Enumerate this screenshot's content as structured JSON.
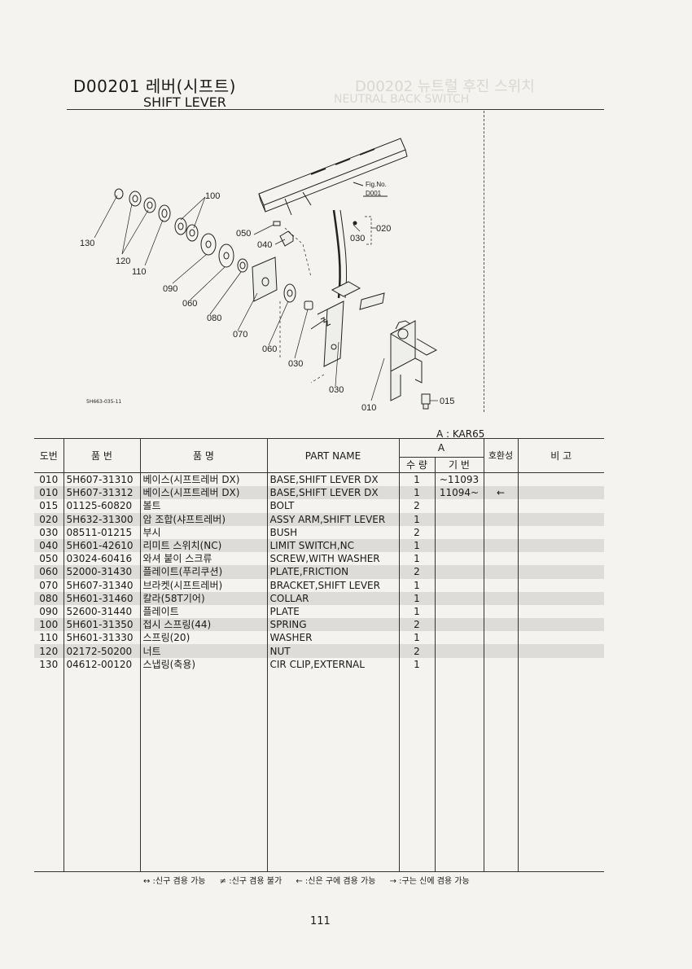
{
  "header": {
    "code_title": "D00201 레버(시프트)",
    "english_title": "SHIFT LEVER"
  },
  "ghost": {
    "code_title": "D00202 뉴트럴 후진 스위치",
    "english_title": "NEUTRAL BACK SWITCH"
  },
  "figure": {
    "ref_label": "Fig.No.",
    "ref_code": "D001",
    "figure_code": "5H663-035-11",
    "callouts": [
      "100",
      "130",
      "120",
      "110",
      "090",
      "060",
      "080",
      "070",
      "060",
      "030",
      "050",
      "040",
      "030",
      "020",
      "030",
      "010",
      "015"
    ]
  },
  "variant_label": "A : KAR65",
  "table": {
    "headers": {
      "no": "도번",
      "part_no": "품 번",
      "part_name_ko": "품 명",
      "part_name_en": "PART NAME",
      "group": "A",
      "qty": "수 량",
      "serial": "기 번",
      "compat": "호환성",
      "remark": "비 고"
    },
    "rows": [
      {
        "no": "010",
        "part_no": "5H607-31310",
        "name_ko": "베이스(시프트레버 DX)",
        "name_en": "BASE,SHIFT LEVER DX",
        "qty": "1",
        "serial": "~11093",
        "compat": "",
        "shade": false
      },
      {
        "no": "010",
        "part_no": "5H607-31312",
        "name_ko": "베이스(시프트레버 DX)",
        "name_en": "BASE,SHIFT LEVER DX",
        "qty": "1",
        "serial": "11094~",
        "compat": "←",
        "shade": true
      },
      {
        "no": "015",
        "part_no": "01125-60820",
        "name_ko": "볼트",
        "name_en": "BOLT",
        "qty": "2",
        "serial": "",
        "compat": "",
        "shade": false
      },
      {
        "no": "020",
        "part_no": "5H632-31300",
        "name_ko": "암 조합(샤프트레버)",
        "name_en": "ASSY ARM,SHIFT LEVER",
        "qty": "1",
        "serial": "",
        "compat": "",
        "shade": true
      },
      {
        "no": "030",
        "part_no": "08511-01215",
        "name_ko": "부시",
        "name_en": "BUSH",
        "qty": "2",
        "serial": "",
        "compat": "",
        "shade": false
      },
      {
        "no": "040",
        "part_no": "5H601-42610",
        "name_ko": "리미트 스위치(NC)",
        "name_en": "LIMIT SWITCH,NC",
        "qty": "1",
        "serial": "",
        "compat": "",
        "shade": true
      },
      {
        "no": "050",
        "part_no": "03024-60416",
        "name_ko": "와셔 붙이 스크류",
        "name_en": "SCREW,WITH WASHER",
        "qty": "1",
        "serial": "",
        "compat": "",
        "shade": false
      },
      {
        "no": "060",
        "part_no": "52000-31430",
        "name_ko": "플레이트(푸리쿠션)",
        "name_en": "PLATE,FRICTION",
        "qty": "2",
        "serial": "",
        "compat": "",
        "shade": true
      },
      {
        "no": "070",
        "part_no": "5H607-31340",
        "name_ko": "브라켓(시프트레버)",
        "name_en": "BRACKET,SHIFT LEVER",
        "qty": "1",
        "serial": "",
        "compat": "",
        "shade": false
      },
      {
        "no": "080",
        "part_no": "5H601-31460",
        "name_ko": "칼라(58T기어)",
        "name_en": "COLLAR",
        "qty": "1",
        "serial": "",
        "compat": "",
        "shade": true
      },
      {
        "no": "090",
        "part_no": "52600-31440",
        "name_ko": "플레이트",
        "name_en": "PLATE",
        "qty": "1",
        "serial": "",
        "compat": "",
        "shade": false
      },
      {
        "no": "100",
        "part_no": "5H601-31350",
        "name_ko": "접시 스프링(44)",
        "name_en": "SPRING",
        "qty": "2",
        "serial": "",
        "compat": "",
        "shade": true
      },
      {
        "no": "110",
        "part_no": "5H601-31330",
        "name_ko": "스프링(20)",
        "name_en": "WASHER",
        "qty": "1",
        "serial": "",
        "compat": "",
        "shade": false
      },
      {
        "no": "120",
        "part_no": "02172-50200",
        "name_ko": "너트",
        "name_en": "NUT",
        "qty": "2",
        "serial": "",
        "compat": "",
        "shade": true
      },
      {
        "no": "130",
        "part_no": "04612-00120",
        "name_ko": "스냅링(축용)",
        "name_en": "CIR CLIP,EXTERNAL",
        "qty": "1",
        "serial": "",
        "compat": "",
        "shade": false
      }
    ]
  },
  "legend": [
    "↔ :신구 겸용 가능",
    "≠ :신구 겸용 불가",
    "← :신은 구에 겸용 가능",
    "→ :구는 신에 겸용 가능"
  ],
  "page_number": "111"
}
